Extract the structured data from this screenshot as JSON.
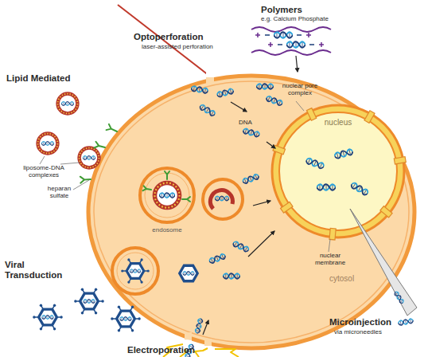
{
  "diagram": {
    "nodes": [
      {
        "text": [
          "cytosol"
        ]
      },
      {
        "text": [
          "nucleus"
        ],
        "in": 0
      },
      {
        "text": [
          "endosome"
        ],
        "in": 0
      }
    ],
    "labels": [
      "Optoperforation",
      "laser-assisted perforation",
      "Polymers",
      "e.g. Calcium Phosphate",
      "Lipid Mediated",
      "liposome-DNA complexes",
      "heparan sulfate",
      "DNA",
      "nuclear pore complex",
      "nuclear membrane",
      "Viral Transduction",
      "Microinjection",
      "via microneedles",
      "Electroporation"
    ]
  }
}
